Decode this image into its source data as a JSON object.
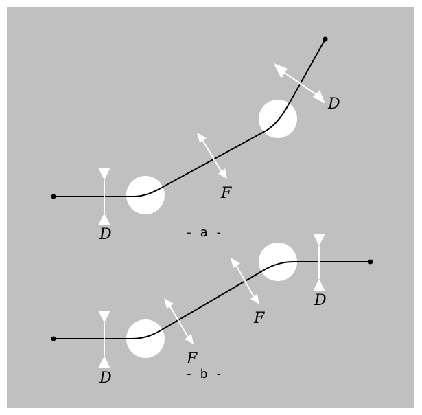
{
  "colors": {
    "background": "#c0c0c0",
    "line": "#000000",
    "roller": "#ffffff",
    "arrow": "#ffffff"
  },
  "labels": {
    "a_caption": "- a -",
    "b_caption": "- b -",
    "d": "D",
    "f": "F"
  }
}
